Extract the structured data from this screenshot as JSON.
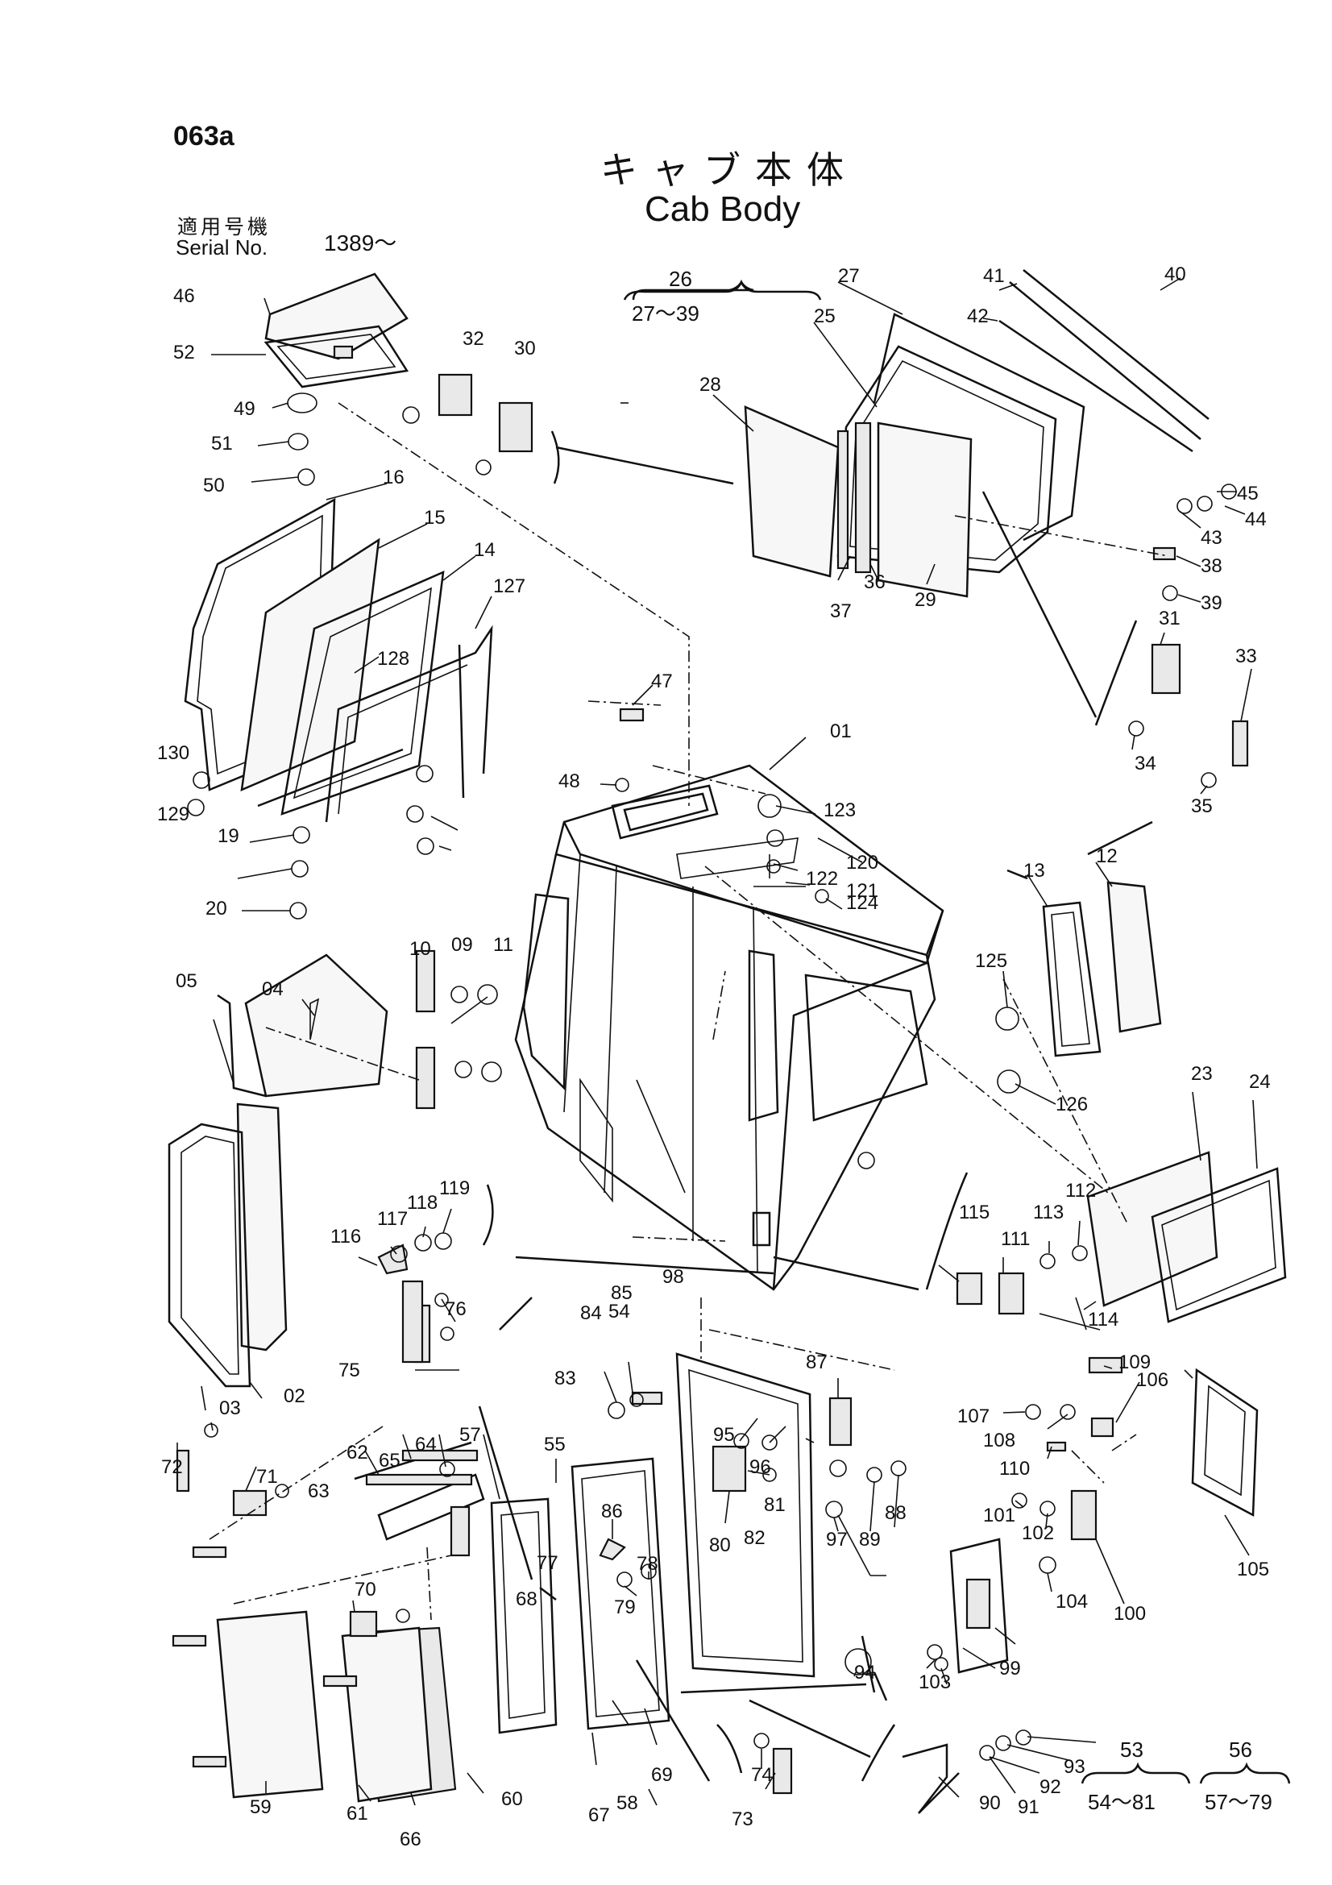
{
  "header": {
    "page_code": "063a",
    "title_ja": "キャブ本体",
    "title_en": "Cab Body",
    "serial_label_ja": "適用号機",
    "serial_label_en": "Serial No.",
    "serial_value": "1389～"
  },
  "groups": [
    {
      "id": "26",
      "range": "27～39"
    },
    {
      "id": "53",
      "range": "54～81"
    },
    {
      "id": "56",
      "range": "57～79"
    }
  ],
  "callouts": [
    "01",
    "02",
    "03",
    "04",
    "05",
    "09",
    "10",
    "11",
    "12",
    "13",
    "14",
    "15",
    "16",
    "19",
    "20",
    "23",
    "24",
    "25",
    "27",
    "28",
    "29",
    "30",
    "31",
    "32",
    "33",
    "34",
    "35",
    "36",
    "37",
    "38",
    "39",
    "40",
    "41",
    "42",
    "43",
    "44",
    "45",
    "46",
    "47",
    "48",
    "49",
    "50",
    "51",
    "52",
    "54",
    "55",
    "57",
    "58",
    "59",
    "60",
    "61",
    "62",
    "63",
    "64",
    "65",
    "66",
    "67",
    "68",
    "69",
    "70",
    "71",
    "72",
    "73",
    "74",
    "75",
    "76",
    "77",
    "78",
    "79",
    "80",
    "81",
    "82",
    "83",
    "84",
    "85",
    "86",
    "87",
    "88",
    "89",
    "90",
    "91",
    "92",
    "93",
    "94",
    "95",
    "96",
    "97",
    "98",
    "99",
    "100",
    "101",
    "102",
    "103",
    "104",
    "105",
    "106",
    "107",
    "108",
    "109",
    "110",
    "111",
    "112",
    "113",
    "114",
    "115",
    "116",
    "117",
    "118",
    "119",
    "120",
    "121",
    "122",
    "123",
    "124",
    "125",
    "126",
    "127",
    "128",
    "129",
    "130"
  ]
}
